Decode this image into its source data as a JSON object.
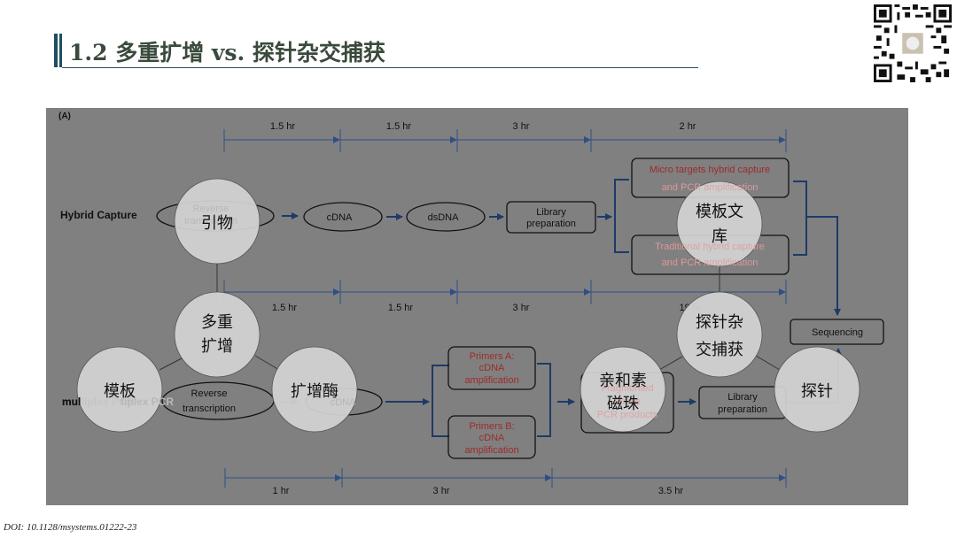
{
  "header": {
    "title": "1.2 多重扩增 vs. 探针杂交捕获",
    "qr_code": "qr-code-icon"
  },
  "figure": {
    "panel_label": "(A)",
    "colors": {
      "panel_bg": "#808080",
      "timeline": "#2e4f86",
      "flow_arrow": "#1d3a68",
      "red_text": "#9e2a2a",
      "overlay_circle": "#d3d3d3"
    },
    "hybrid_capture": {
      "label": "Hybrid Capture",
      "timeline": [
        "1.5 hr",
        "1.5 hr",
        "3 hr",
        "2 hr"
      ],
      "steps": {
        "reverse_transcription": [
          "Reverse",
          "transcription"
        ],
        "cdna": "cDNA",
        "dsdna": "dsDNA",
        "library_prep": [
          "Library",
          "preparation"
        ],
        "micro_targets": [
          "Micro targets hybrid capture",
          "and PCR amplification"
        ],
        "traditional": [
          "Traditional hybrid capture",
          "and PCR amplification"
        ]
      },
      "lower_timeline": [
        "1.5 hr",
        "1.5 hr",
        "3 hr",
        "19 hr"
      ]
    },
    "sequencing": "Sequencing",
    "multiplex_pcr": {
      "label": "multiplex PCR",
      "steps": {
        "reverse_transcription": [
          "Reverse",
          "transcription"
        ],
        "cdna": "cDNA",
        "primers_a": [
          "Primers A:",
          "cDNA",
          "amplification"
        ],
        "primers_b": [
          "Primers B:",
          "cDNA",
          "amplification"
        ],
        "fragmented": [
          "Fragmented",
          "ample",
          "PCR products"
        ],
        "library_prep": [
          "Library",
          "preparation"
        ]
      },
      "timeline": [
        "1 hr",
        "3 hr",
        "3.5 hr"
      ]
    },
    "overlay_circles": {
      "primer": "引物",
      "multiplex_amp": [
        "多重",
        "扩增"
      ],
      "template": "模板",
      "polymerase": "扩增酶",
      "template_library": [
        "模板文",
        "库"
      ],
      "probe_capture": [
        "探针杂",
        "交捕获"
      ],
      "streptavidin_beads": [
        "亲和素",
        "磁珠"
      ],
      "probe": "探针"
    }
  },
  "footer": {
    "doi": "DOI: 10.1128/msystems.01222-23"
  }
}
